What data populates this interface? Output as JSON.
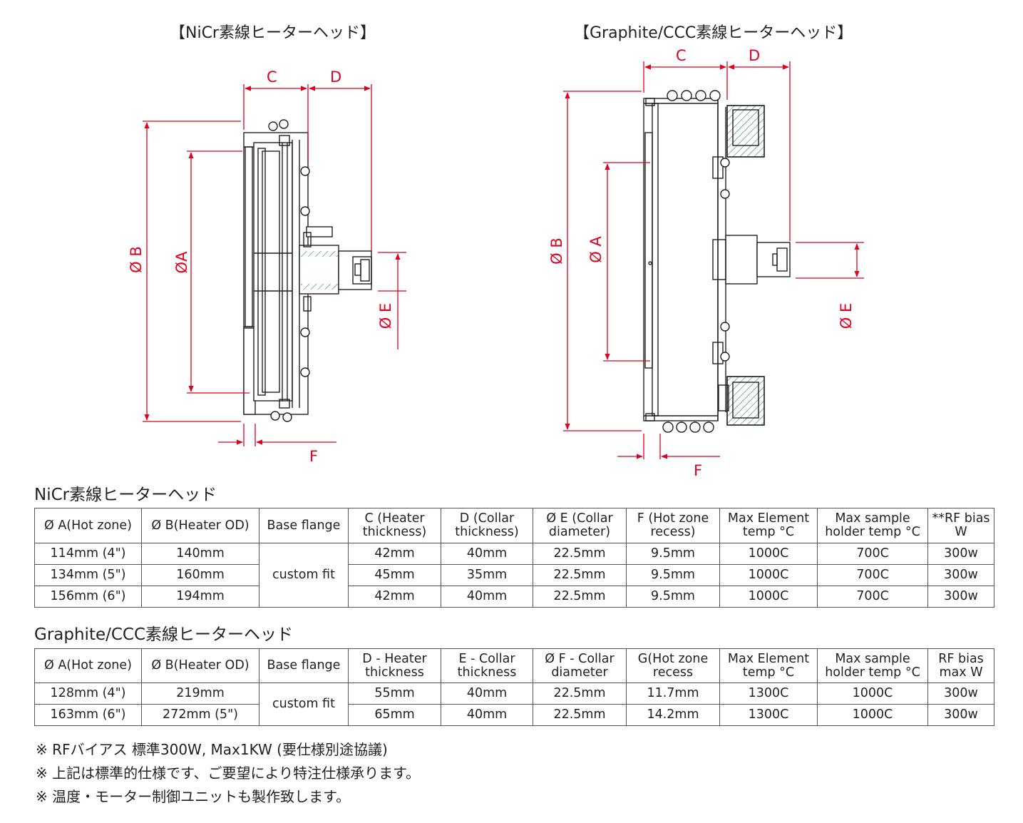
{
  "drawings": [
    {
      "title": "【NiCr素線ヒーターヘッド】",
      "dimension_labels": {
        "c": "C",
        "d": "D",
        "b": "Ø B",
        "a": "ØA",
        "e": "Ø E",
        "f": "F"
      }
    },
    {
      "title": "【Graphite/CCC素線ヒーターヘッド】",
      "dimension_labels": {
        "c": "C",
        "d": "D",
        "b": "Ø B",
        "a": "Ø A",
        "e": "Ø E",
        "f": "F"
      }
    }
  ],
  "tables": [
    {
      "title": "NiCr素線ヒーターヘッド",
      "headers": [
        "Ø A(Hot zone)",
        "Ø B(Heater OD)",
        "Base flange",
        "C (Heater\nthickness)",
        "D (Collar\nthickness)",
        "Ø E (Collar\ndiameter)",
        "F (Hot zone\nrecess)",
        "Max Element\ntemp °C",
        "Max sample\nholder temp °C",
        "**RF bias\nW"
      ],
      "flange_value": "custom fit",
      "rows": [
        [
          "114mm (4\")",
          "140mm",
          "42mm",
          "40mm",
          "22.5mm",
          "9.5mm",
          "1000C",
          "700C",
          "300w"
        ],
        [
          "134mm (5\")",
          "160mm",
          "45mm",
          "35mm",
          "22.5mm",
          "9.5mm",
          "1000C",
          "700C",
          "300w"
        ],
        [
          "156mm (6\")",
          "194mm",
          "42mm",
          "40mm",
          "22.5mm",
          "9.5mm",
          "1000C",
          "700C",
          "300w"
        ]
      ]
    },
    {
      "title": "Graphite/CCC素線ヒーターヘッド",
      "headers": [
        "Ø A(Hot zone)",
        "Ø B(Heater OD)",
        "Base flange",
        "D - Heater\nthickness",
        "E - Collar\nthickness",
        "Ø F - Collar\ndiameter",
        "G(Hot zone\nrecess",
        "Max Element\ntemp °C",
        "Max sample\nholder temp °C",
        "RF bias\nmax W"
      ],
      "flange_value": "custom fit",
      "rows": [
        [
          "128mm (4\")",
          "219mm",
          "55mm",
          "40mm",
          "22.5mm",
          "11.7mm",
          "1300C",
          "1000C",
          "300w"
        ],
        [
          "163mm (6\")",
          "272mm (5\")",
          "65mm",
          "40mm",
          "22.5mm",
          "14.2mm",
          "1300C",
          "1000C",
          "300w"
        ]
      ]
    }
  ],
  "notes": [
    "※ RFバイアス 標準300W, Max1KW (要仕様別途協議)",
    "※ 上記は標準的仕様です、ご要望により特注仕様承ります。",
    "※ 温度・モーター制御ユニットも製作致します。"
  ],
  "colors": {
    "dimension": "#e1001f",
    "outline": "#231f20",
    "hatch": "#2e7d6b",
    "table_border": "#555555"
  }
}
